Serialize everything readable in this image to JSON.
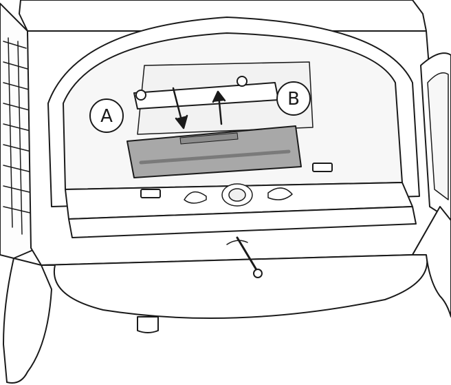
{
  "callouts": [
    {
      "id": "A",
      "label": "A"
    },
    {
      "id": "B",
      "label": "B"
    }
  ],
  "colors": {
    "line": "#1a1a1a",
    "stove_fill": "#ffffff",
    "firebox_fill": "#f7f7f7",
    "baffle_fill": "#a8a8a8",
    "baffle_slot": "#7a7a7a",
    "baffle_highlight": "#8c8c8c"
  }
}
